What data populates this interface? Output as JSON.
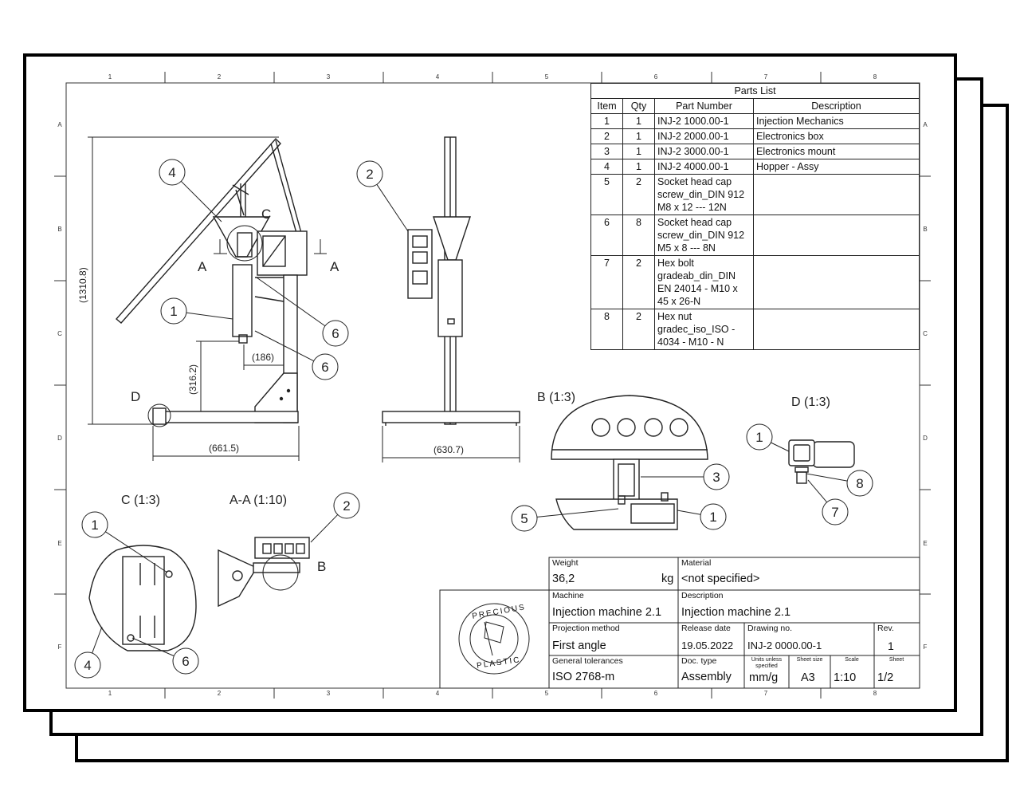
{
  "grid": {
    "columns": [
      "1",
      "2",
      "3",
      "4",
      "5",
      "6",
      "7",
      "8"
    ],
    "rows": [
      "A",
      "B",
      "C",
      "D",
      "E",
      "F"
    ]
  },
  "parts_list": {
    "title": "Parts List",
    "headers": [
      "Item",
      "Qty",
      "Part Number",
      "Description"
    ],
    "rows": [
      {
        "item": "1",
        "qty": "1",
        "part": "INJ-2 1000.00-1",
        "desc": "Injection Mechanics"
      },
      {
        "item": "2",
        "qty": "1",
        "part": "INJ-2 2000.00-1",
        "desc": "Electronics box"
      },
      {
        "item": "3",
        "qty": "1",
        "part": "INJ-2 3000.00-1",
        "desc": "Electronics mount"
      },
      {
        "item": "4",
        "qty": "1",
        "part": "INJ-2 4000.00-1",
        "desc": "Hopper - Assy"
      },
      {
        "item": "5",
        "qty": "2",
        "part": "Socket head cap screw_din_DIN 912 M8 x 12 --- 12N",
        "desc": ""
      },
      {
        "item": "6",
        "qty": "8",
        "part": "Socket head cap screw_din_DIN 912 M5 x 8 --- 8N",
        "desc": ""
      },
      {
        "item": "7",
        "qty": "2",
        "part": "Hex bolt gradeab_din_DIN EN 24014 - M10 x 45 x 26-N",
        "desc": ""
      },
      {
        "item": "8",
        "qty": "2",
        "part": "Hex nut gradec_iso_ISO - 4034 - M10 - N",
        "desc": ""
      }
    ]
  },
  "views": {
    "main_dims": {
      "height": "(1310.8)",
      "base": "(661.5)",
      "offset": "(186)",
      "lower": "(316.2)"
    },
    "side_dims": {
      "base": "(630.7)"
    },
    "section_marks": {
      "a_left": "A",
      "a_right": "A",
      "c": "C",
      "d": "D",
      "b": "B"
    },
    "detail_b": "B (1:3)",
    "detail_d": "D (1:3)",
    "detail_c": "C (1:3)",
    "section_aa": "A-A (1:10)",
    "balloons": {
      "one": "1",
      "two": "2",
      "three": "3",
      "four": "4",
      "five": "5",
      "six": "6",
      "seven": "7",
      "eight": "8"
    }
  },
  "title_block": {
    "logo_text_top": "PRECIOUS",
    "logo_text_bottom": "PLASTIC",
    "weight_label": "Weight",
    "weight_value": "36,2",
    "weight_unit": "kg",
    "material_label": "Material",
    "material_value": "<not specified>",
    "machine_label": "Machine",
    "machine_value": "Injection machine 2.1",
    "description_label": "Description",
    "description_value": "Injection machine 2.1",
    "projection_label": "Projection method",
    "projection_value": "First angle",
    "release_label": "Release date",
    "release_value": "19.05.2022",
    "drawing_no_label": "Drawing no.",
    "drawing_no_value": "INJ-2 0000.00-1",
    "rev_label": "Rev.",
    "rev_value": "1",
    "tolerances_label": "General tolerances",
    "tolerances_value": "ISO 2768-m",
    "doctype_label": "Doc. type",
    "doctype_value": "Assembly",
    "units_label": "Units unless specified",
    "units_value": "mm/g",
    "sheet_size_label": "Sheet size",
    "sheet_size_value": "A3",
    "scale_label": "Scale",
    "scale_value": "1:10",
    "sheet_label": "Sheet",
    "sheet_value": "1/2"
  }
}
